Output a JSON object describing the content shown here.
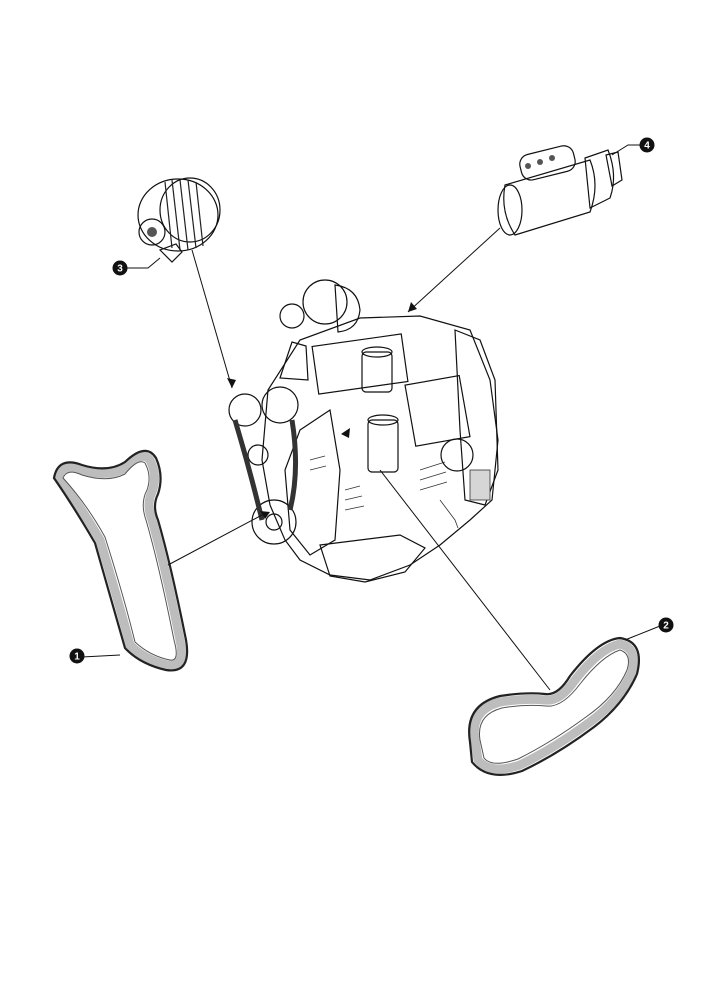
{
  "callouts": [
    {
      "id": "1",
      "label": "1",
      "part": "belt-left"
    },
    {
      "id": "2",
      "label": "2",
      "part": "belt-right"
    },
    {
      "id": "3",
      "label": "3",
      "part": "alternator"
    },
    {
      "id": "4",
      "label": "4",
      "part": "starter-motor"
    }
  ],
  "colors": {
    "ink": "#111111",
    "belt_grey": "#bdbdbd",
    "housing_grey": "#d6d6d6",
    "dark_grey": "#7a7a7a"
  }
}
